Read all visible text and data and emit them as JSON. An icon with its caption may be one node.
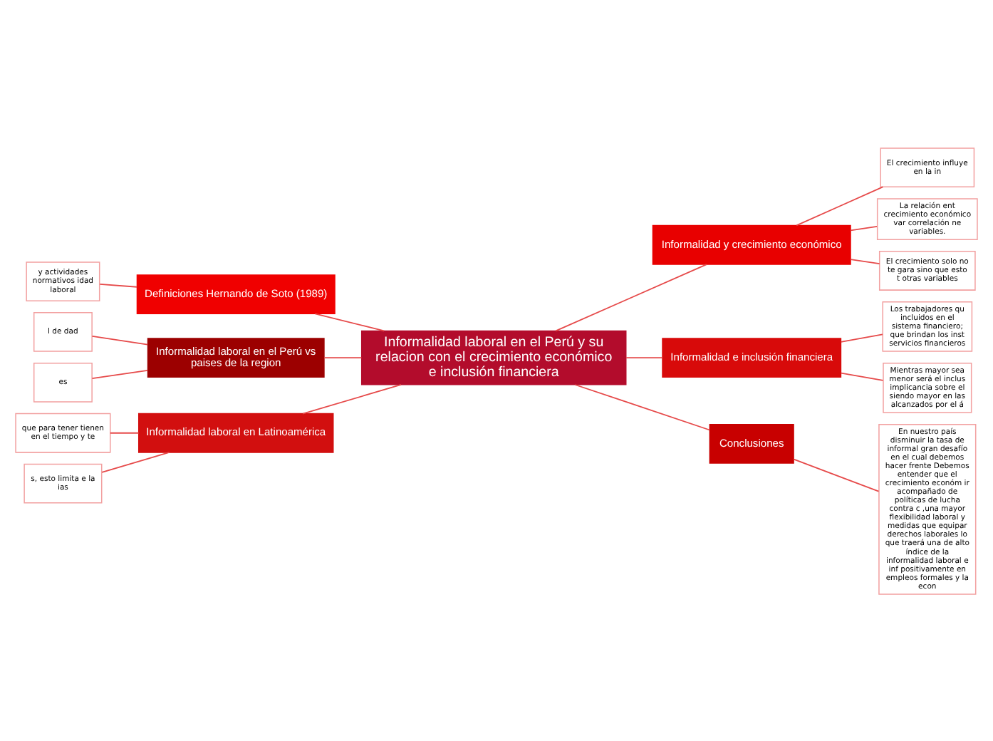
{
  "diagram": {
    "nodes": [
      {
        "text": [
          "Informalidad laboral en el Perú y su relacion con el crecimiento económico e inclusión financiera"
        ]
      },
      {
        "text": [
          "Definiciones Hernando de Soto (1989)"
        ]
      },
      {
        "text": [
          "y actividades normativos idad laboral"
        ]
      },
      {
        "text": [
          "Informalidad laboral en el Perú vs paises de la region"
        ]
      },
      {
        "text": [
          "l de dad"
        ]
      },
      {
        "text": [
          "es"
        ]
      },
      {
        "text": [
          "Informalidad laboral en Latinoamérica"
        ]
      },
      {
        "text": [
          "que para tener tienen en el tiempo y te"
        ]
      },
      {
        "text": [
          "s, esto limita e la ias"
        ]
      },
      {
        "text": [
          "Informalidad y crecimiento económico"
        ]
      },
      {
        "text": [
          "El crecimiento influye en la in"
        ]
      },
      {
        "text": [
          "La relación ent crecimiento económico var correlación ne variables."
        ]
      },
      {
        "text": [
          "El crecimiento solo no te gara sino que esto t otras variables"
        ]
      },
      {
        "text": [
          "Informalidad e inclusión financiera"
        ]
      },
      {
        "text": [
          "Los trabajadores qu incluidos en el sistema financiero; que brindan los inst servicios financieros"
        ]
      },
      {
        "text": [
          "Mientras mayor sea menor será el inclus implicancia sobre el siendo mayor en las alcanzados por el á"
        ]
      },
      {
        "text": [
          "Conclusiones"
        ]
      },
      {
        "text": [
          "En nuestro país disminuir la tasa de informal gran desafío en el cual debemos hacer frente Debemos entender que el crecimiento económ ir acompañado de políticas de lucha contra c ,una mayor flexibilidad laboral y medidas que equipar derechos laborales lo que traerá una de alto índice de la informalidad laboral e inf positivamente en empleos formales y la econ"
        ]
      }
    ],
    "edges": [
      {
        "from": 0,
        "to": 1,
        "arrow": "none"
      },
      {
        "from": 1,
        "to": 2,
        "arrow": "none"
      },
      {
        "from": 0,
        "to": 3,
        "arrow": "none"
      },
      {
        "from": 3,
        "to": 4,
        "arrow": "none"
      },
      {
        "from": 3,
        "to": 5,
        "arrow": "none"
      },
      {
        "from": 0,
        "to": 6,
        "arrow": "none"
      },
      {
        "from": 6,
        "to": 7,
        "arrow": "none"
      },
      {
        "from": 6,
        "to": 8,
        "arrow": "none"
      },
      {
        "from": 0,
        "to": 9,
        "arrow": "none"
      },
      {
        "from": 9,
        "to": 10,
        "arrow": "none"
      },
      {
        "from": 9,
        "to": 11,
        "arrow": "none"
      },
      {
        "from": 9,
        "to": 12,
        "arrow": "none"
      },
      {
        "from": 0,
        "to": 13,
        "arrow": "none"
      },
      {
        "from": 13,
        "to": 14,
        "arrow": "none"
      },
      {
        "from": 13,
        "to": 15,
        "arrow": "none"
      },
      {
        "from": 0,
        "to": 16,
        "arrow": "none"
      },
      {
        "from": 16,
        "to": 17,
        "arrow": "none"
      }
    ]
  }
}
